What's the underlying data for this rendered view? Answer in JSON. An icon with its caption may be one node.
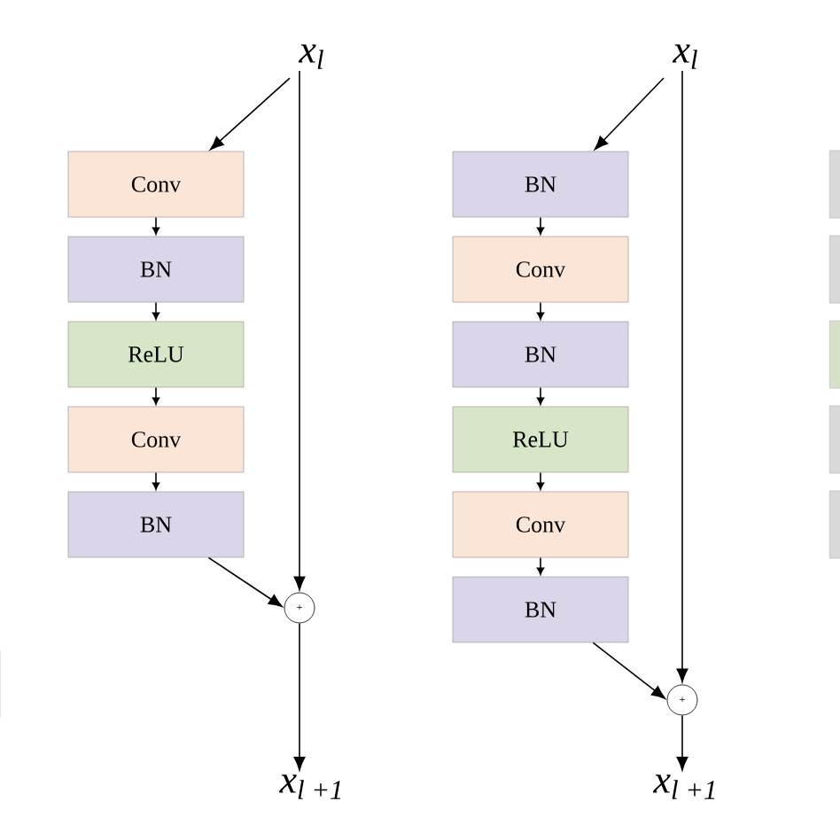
{
  "diagram": {
    "nodes": [
      {
        "text": [
          "x$_{l}$"
        ]
      },
      {
        "text": [
          "Conv"
        ]
      },
      {
        "text": [
          "BN"
        ]
      },
      {
        "text": [
          "ReLU"
        ]
      },
      {
        "text": [
          "Conv"
        ]
      },
      {
        "text": [
          "BN"
        ]
      },
      {
        "text": [
          "+"
        ]
      },
      {
        "text": [
          "x$_{l +1}$"
        ]
      },
      {
        "text": [
          "x$_{l}$"
        ]
      },
      {
        "text": [
          "BN"
        ]
      },
      {
        "text": [
          "Conv"
        ]
      },
      {
        "text": [
          "BN"
        ]
      },
      {
        "text": [
          "ReLU"
        ]
      },
      {
        "text": [
          "Conv"
        ]
      },
      {
        "text": [
          "BN"
        ]
      },
      {
        "text": [
          "+"
        ]
      },
      {
        "text": [
          "x$_{l +1}$"
        ]
      },
      {
        "text": [],
        "shape": "box"
      },
      {
        "text": [],
        "shape": "box"
      },
      {
        "text": [],
        "shape": "box"
      },
      {
        "text": [],
        "shape": "box"
      },
      {
        "text": [],
        "shape": "box"
      },
      {
        "text": [],
        "shape": "box"
      }
    ],
    "edges": [
      {
        "from": 0,
        "to": 1,
        "arrow": "to"
      },
      {
        "from": 1,
        "to": 2,
        "arrow": "to"
      },
      {
        "from": 2,
        "to": 3,
        "arrow": "to"
      },
      {
        "from": 3,
        "to": 4,
        "arrow": "to"
      },
      {
        "from": 4,
        "to": 5,
        "arrow": "to"
      },
      {
        "from": 5,
        "to": 6,
        "arrow": "to"
      },
      {
        "from": 0,
        "to": 6,
        "arrow": "to"
      },
      {
        "from": 6,
        "to": 7,
        "arrow": "to"
      },
      {
        "from": 8,
        "to": 9,
        "arrow": "to"
      },
      {
        "from": 9,
        "to": 10,
        "arrow": "to"
      },
      {
        "from": 10,
        "to": 11,
        "arrow": "to"
      },
      {
        "from": 11,
        "to": 12,
        "arrow": "to"
      },
      {
        "from": 12,
        "to": 13,
        "arrow": "to"
      },
      {
        "from": 13,
        "to": 14,
        "arrow": "to"
      },
      {
        "from": 14,
        "to": 15,
        "arrow": "to"
      },
      {
        "from": 8,
        "to": 15,
        "arrow": "to"
      },
      {
        "from": 15,
        "to": 16,
        "arrow": "to"
      }
    ]
  }
}
